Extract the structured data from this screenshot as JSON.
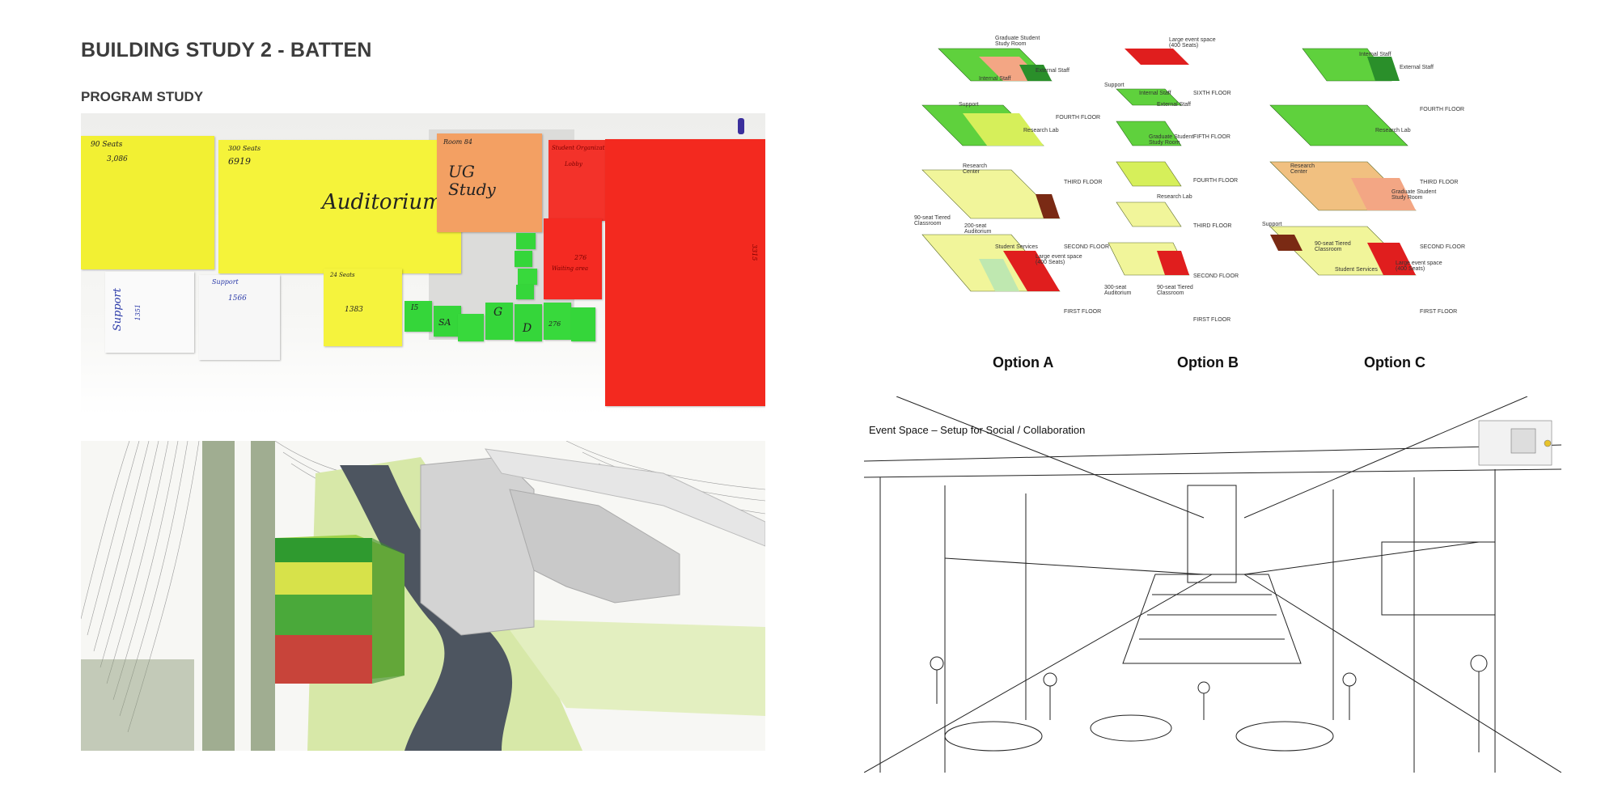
{
  "header": {
    "title": "BUILDING STUDY 2 - BATTEN",
    "subtitle": "PROGRAM STUDY"
  },
  "program_photo": {
    "notes": {
      "n1_line1": "90 Seats",
      "n1_line2": "3,086",
      "n2_line1": "300 Seats",
      "n2_line2": "6919",
      "auditorium": "Auditorium",
      "ug_top": "Room 84",
      "ug_label": "UG Study",
      "red_small_top": "Student Organizations",
      "red_small_2": "Lobby",
      "red_mid": "276",
      "red_mid_2": "Waiting area",
      "red_big": "3315",
      "white1": "Support",
      "white1b": "1351",
      "white2": "Support",
      "white2b": "1566",
      "yellow_small": "24 Seats",
      "yellow_small2": "1383",
      "g1": "I5",
      "g2": "SA",
      "g3": "G",
      "g4": "D",
      "g5": "276"
    }
  },
  "options": {
    "a_label": "Option A",
    "b_label": "Option B",
    "c_label": "Option C",
    "floors": {
      "first": "FIRST FLOOR",
      "second": "SECOND FLOOR",
      "third": "THIRD FLOOR",
      "fourth": "FOURTH FLOOR",
      "fifth": "FIFTH FLOOR",
      "sixth": "SIXTH FLOOR"
    },
    "labels": {
      "grad": "Graduate Student Study Room",
      "internal": "Internal Staff",
      "external": "External Staff",
      "support": "Support",
      "research_lab": "Research Lab",
      "research_center": "Research Center",
      "classroom90": "90-seat Tiered Classroom",
      "auditorium200": "200-seat Auditorium",
      "auditorium300": "300-seat Auditorium",
      "student_services": "Student Services",
      "large_event": "Large event space (400 Seats)"
    }
  },
  "sketch": {
    "title": "Event Space – Setup for Social / Collaboration"
  },
  "colors": {
    "post_yellow": "#f4f23a",
    "post_orange": "#f39a5c",
    "post_red": "#f2281e",
    "post_green": "#3ad63a",
    "diagram_red": "#e01e1e",
    "diagram_green": "#5fd13d",
    "diagram_lightyellow": "#f1f59a",
    "diagram_salmon": "#f3a684"
  }
}
